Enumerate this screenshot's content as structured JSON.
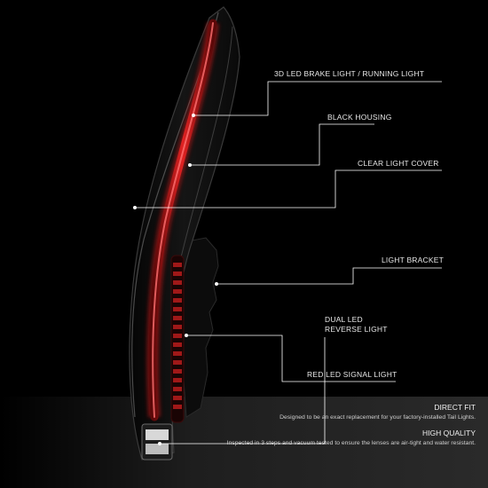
{
  "callouts": {
    "brake_light": "3D LED BRAKE LIGHT / RUNNING LIGHT",
    "black_housing": "BLACK HOUSING",
    "clear_cover": "CLEAR LIGHT COVER",
    "light_bracket": "LIGHT BRACKET",
    "reverse_line1": "DUAL LED",
    "reverse_line2": "REVERSE LIGHT",
    "signal_light": "RED LED SIGNAL LIGHT"
  },
  "features": {
    "direct_fit_title": "DIRECT FIT",
    "direct_fit_desc": "Designed to be an exact replacement for your factory-installed Tail Lights.",
    "quality_title": "HIGH QUALITY",
    "quality_desc": "Inspected in 3 steps and vacuum tested to ensure the lenses are air-tight and water resistant."
  },
  "colors": {
    "background": "#000000",
    "led_red": "#d21a1a",
    "callout_line": "#ffffff"
  }
}
